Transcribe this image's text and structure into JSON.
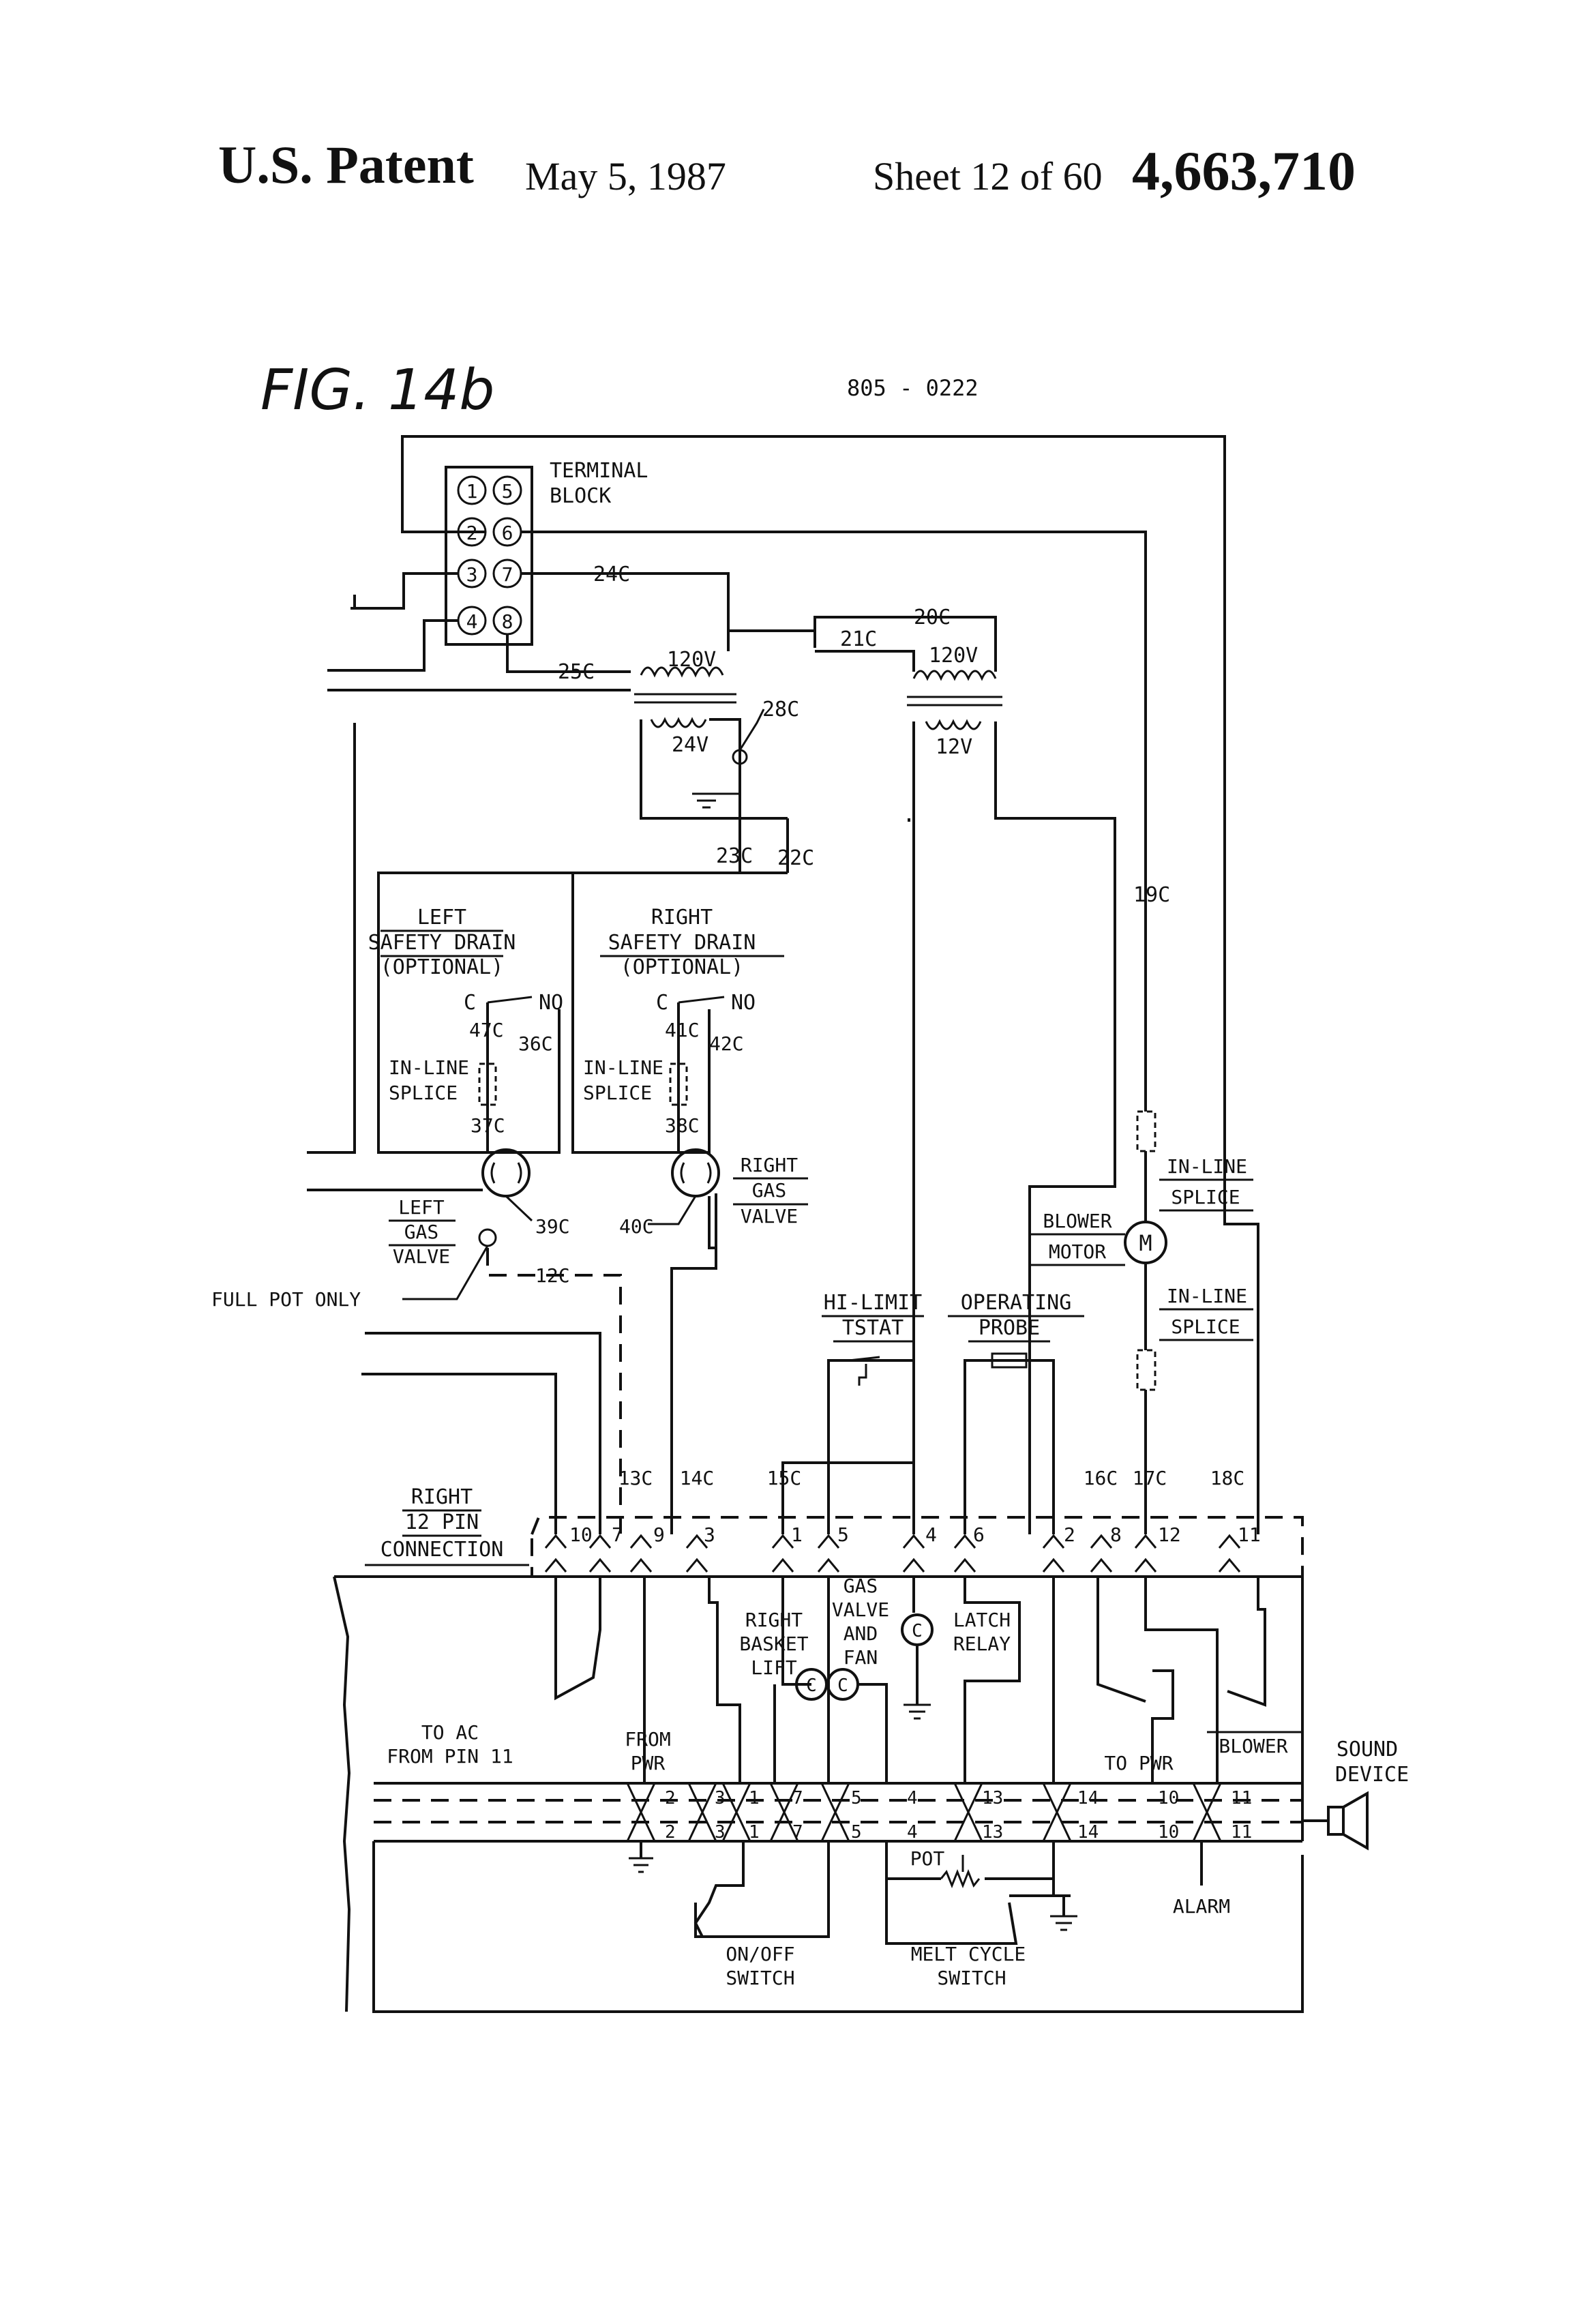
{
  "header": {
    "patent": "U.S. Patent",
    "date": "May 5, 1987",
    "sheet": "Sheet 12 of 60",
    "number": "4,663,710"
  },
  "figure": {
    "label": "FIG. 14b",
    "drawing_number": "805 - 0222"
  },
  "terminal_block": {
    "title_line1": "TERMINAL",
    "title_line2": "BLOCK",
    "pins": [
      "1",
      "5",
      "2",
      "6",
      "3",
      "7",
      "4",
      "8"
    ]
  },
  "transformers": {
    "left_primary": "120V",
    "left_secondary": "24V",
    "right_primary": "120V",
    "right_secondary": "12V"
  },
  "wires": {
    "w24c": "24C",
    "w25c": "25C",
    "w21c": "21C",
    "w20c": "20C",
    "w28c": "28C",
    "w23c": "23C",
    "w22c": "22C",
    "w19c": "19C",
    "w47c": "47C",
    "w36c": "36C",
    "w41c": "41C",
    "w42c": "42C",
    "w37c": "37C",
    "w38c": "38C",
    "w39c": "39C",
    "w40c": "40C",
    "w12c": "12C",
    "w13c": "13C",
    "w14c": "14C",
    "w15c": "15C",
    "w16c": "16C",
    "w17c": "17C",
    "w18c": "18C"
  },
  "left_drain": {
    "line1": "LEFT",
    "line2": "SAFETY DRAIN",
    "line3": "(OPTIONAL)",
    "c": "C",
    "no": "NO",
    "splice1": "IN-LINE",
    "splice2": "SPLICE"
  },
  "right_drain": {
    "line1": "RIGHT",
    "line2": "SAFETY DRAIN",
    "line3": "(OPTIONAL)",
    "c": "C",
    "no": "NO",
    "splice1": "IN-LINE",
    "splice2": "SPLICE"
  },
  "left_valve": {
    "line1": "LEFT",
    "line2": "GAS",
    "line3": "VALVE"
  },
  "right_valve": {
    "line1": "RIGHT",
    "line2": "GAS",
    "line3": "VALVE"
  },
  "full_pot": "FULL POT ONLY",
  "blower_motor": {
    "line1": "BLOWER",
    "line2": "MOTOR",
    "symbol": "M"
  },
  "splice_upper": {
    "line1": "IN-LINE",
    "line2": "SPLICE"
  },
  "splice_lower": {
    "line1": "IN-LINE",
    "line2": "SPLICE"
  },
  "hi_limit": {
    "line1": "HI-LIMIT",
    "line2": "TSTAT"
  },
  "probe": {
    "line1": "OPERATING",
    "line2": "PROBE"
  },
  "connector": {
    "line1": "RIGHT",
    "line2": "12 PIN",
    "line3": "CONNECTION",
    "pins": [
      "10",
      "7",
      "9",
      "3",
      "1",
      "5",
      "4",
      "6",
      "2",
      "8",
      "12",
      "11"
    ]
  },
  "board": {
    "basket_lift": [
      "RIGHT",
      "BASKET",
      "LIFT"
    ],
    "gas_valve_fan": [
      "GAS",
      "VALVE",
      "AND",
      "FAN"
    ],
    "latch_relay": [
      "LATCH",
      "RELAY"
    ],
    "coil": "C",
    "to_ac": [
      "TO AC",
      "FROM PIN 11"
    ],
    "from_pwr": [
      "FROM",
      "PWR"
    ],
    "to_pwr": "TO PWR",
    "blower": "BLOWER",
    "sound_device": [
      "SOUND",
      "DEVICE"
    ],
    "strip_upper": [
      "2",
      "3",
      "1",
      "7",
      "5",
      "4",
      "13",
      "14",
      "10",
      "11"
    ],
    "strip_lower": [
      "2",
      "3",
      "1",
      "7",
      "5",
      "4",
      "13",
      "14",
      "10",
      "11"
    ],
    "pot": "POT",
    "alarm": "ALARM",
    "on_off": [
      "ON/OFF",
      "SWITCH"
    ],
    "melt_cycle": [
      "MELT CYCLE",
      "SWITCH"
    ]
  }
}
